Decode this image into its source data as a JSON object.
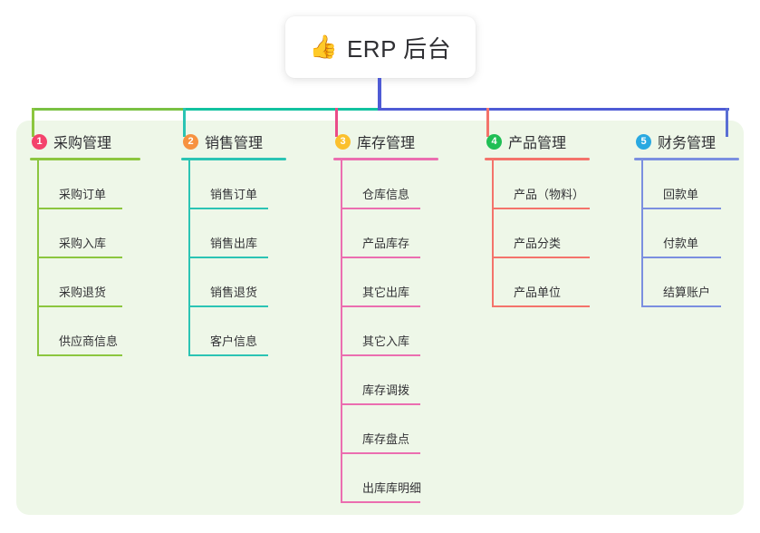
{
  "root": {
    "icon": "thumbs-up-icon",
    "emoji": "👍",
    "title": "ERP 后台"
  },
  "palette": {
    "panel_bg": "#eef7e8",
    "page_bg": "#ffffff",
    "text": "#2f2f33",
    "trunk": "#4f5bd5",
    "bus_green": "#7ac143",
    "bus_teal": "#12c2a0",
    "bus_blue": "#4f5bd5"
  },
  "columns": [
    {
      "index": "1",
      "badge_color": "#f4436c",
      "line_color": "#8cc63f",
      "drop_color": "#8cc63f",
      "title": "采购管理",
      "head_width": 122,
      "item_width": 92,
      "items": [
        {
          "label": "采购订单"
        },
        {
          "label": "采购入库"
        },
        {
          "label": "采购退货"
        },
        {
          "label": "供应商信息"
        }
      ]
    },
    {
      "index": "2",
      "badge_color": "#f79240",
      "line_color": "#2bc4b4",
      "drop_color": "#2bc4b4",
      "title": "销售管理",
      "head_width": 116,
      "item_width": 86,
      "items": [
        {
          "label": "销售订单"
        },
        {
          "label": "销售出库"
        },
        {
          "label": "销售退货"
        },
        {
          "label": "客户信息"
        }
      ]
    },
    {
      "index": "3",
      "badge_color": "#fbc02d",
      "line_color": "#eb6eb0",
      "drop_color": "#ea4c89",
      "title": "库存管理",
      "head_width": 116,
      "item_width": 86,
      "items": [
        {
          "label": "仓库信息"
        },
        {
          "label": "产品库存"
        },
        {
          "label": "其它出库"
        },
        {
          "label": "其它入库"
        },
        {
          "label": "库存调拨"
        },
        {
          "label": "库存盘点"
        },
        {
          "label": "出库库明细"
        }
      ]
    },
    {
      "index": "4",
      "badge_color": "#20bf55",
      "line_color": "#f4736b",
      "drop_color": "#f4736b",
      "title": "产品管理",
      "head_width": 116,
      "item_width": 106,
      "items": [
        {
          "label": "产品（物料）"
        },
        {
          "label": "产品分类"
        },
        {
          "label": "产品单位"
        }
      ]
    },
    {
      "index": "5",
      "badge_color": "#29a9e1",
      "line_color": "#7b8fe0",
      "drop_color": "#5a6fd4",
      "title": "财务管理",
      "head_width": 116,
      "item_width": 86,
      "items": [
        {
          "label": "回款单"
        },
        {
          "label": "付款单"
        },
        {
          "label": "结算账户"
        }
      ]
    }
  ]
}
